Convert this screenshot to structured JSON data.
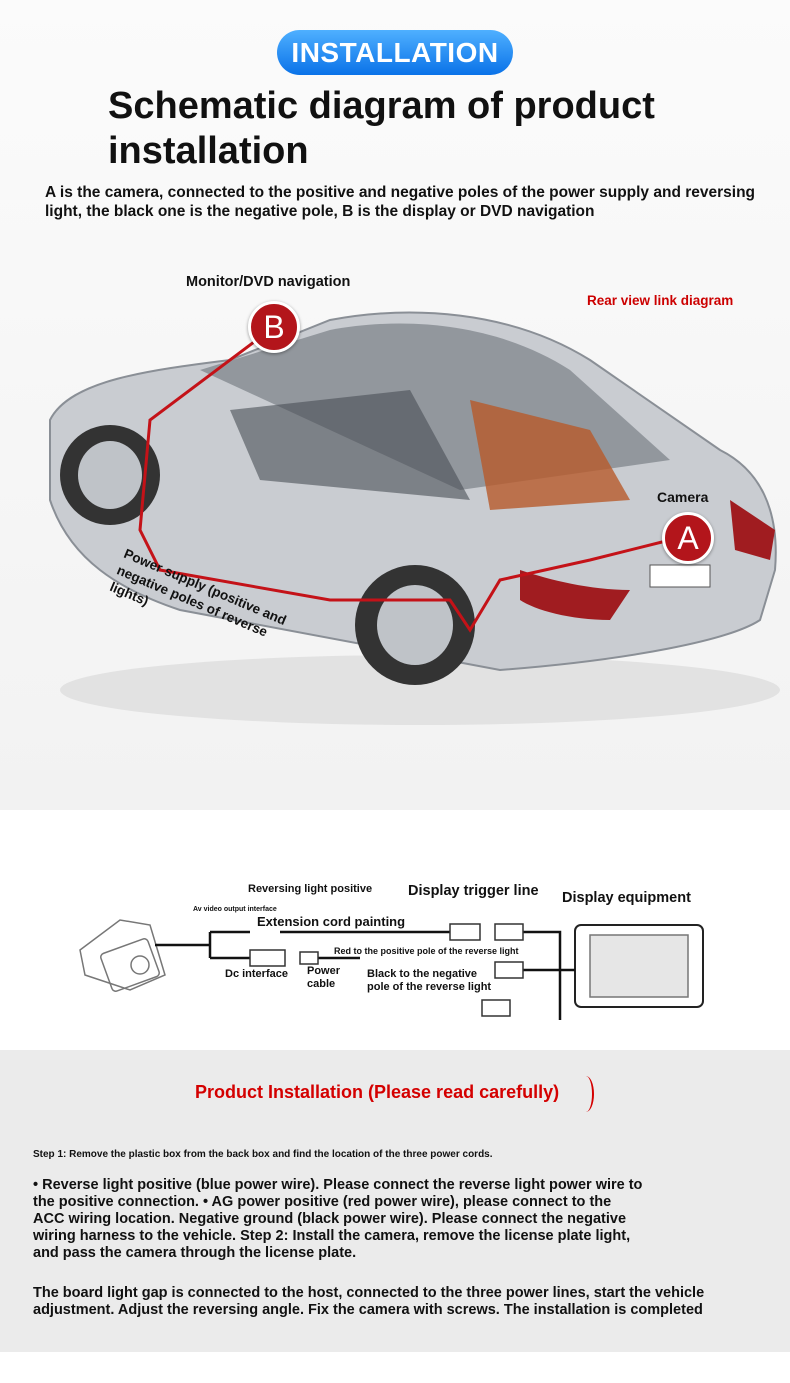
{
  "header": {
    "badge": "INSTALLATION",
    "title": "Schematic diagram of product installation",
    "description": "A is the camera, connected to the positive and negative poles of the power supply and reversing light, the black one is the negative pole, B is the display or DVD navigation"
  },
  "car_diagram": {
    "monitor_label": "Monitor/DVD navigation",
    "rear_label": "Rear view link diagram",
    "camera_label": "Camera",
    "marker_a": "A",
    "marker_b": "B",
    "power_label": "Power supply (positive and negative poles of reverse lights)"
  },
  "wiring": {
    "reversing_light_positive": "Reversing light positive",
    "display_trigger": "Display trigger line",
    "display_equipment": "Display equipment",
    "av_output": "Av video output interface",
    "extension_cord": "Extension cord painting",
    "red_wire": "Red to the positive pole of the reverse light",
    "dc_interface": "Dc interface",
    "power_cable": "Power cable",
    "black_wire": "Black to the negative pole of the reverse light"
  },
  "instructions": {
    "title": "Product Installation (Please read carefully)",
    "step1": "Step 1: Remove the plastic box from the back box and find the location of the three power cords.",
    "body": "• Reverse light positive (blue power wire). Please connect the reverse light power wire to the positive connection. • AG power positive (red power wire), please connect to the ACC wiring location. Negative ground (black power wire). Please connect the negative wiring harness to the vehicle. Step 2: Install the camera, remove the license plate light, and pass the camera through the license plate.",
    "final": "The board light gap is connected to the host, connected to the three power lines, start the vehicle adjustment. Adjust the reversing angle. Fix the camera with screws. The installation is completed"
  },
  "colors": {
    "accent_red": "#cc0000",
    "badge_blue": "#1a86f0",
    "marker_red": "#b3151b"
  }
}
